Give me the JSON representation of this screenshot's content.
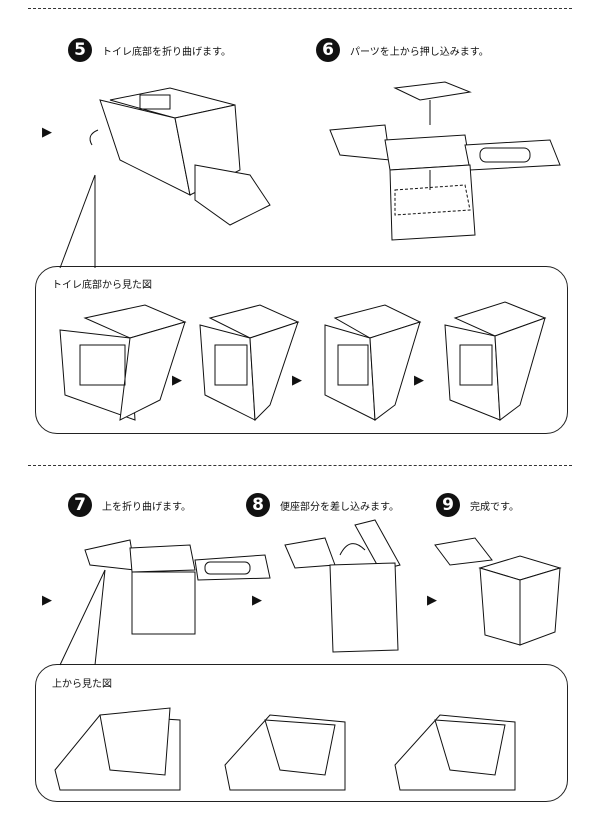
{
  "steps": [
    {
      "number": "5",
      "text": "トイレ底部を折り曲げます。"
    },
    {
      "number": "6",
      "text": "パーツを上から押し込みます。"
    },
    {
      "number": "7",
      "text": "上を折り曲げます。"
    },
    {
      "number": "8",
      "text": "便座部分を差し込みます。"
    },
    {
      "number": "9",
      "text": "完成です。"
    }
  ],
  "panels": [
    {
      "title": "トイレ底部から見た図"
    },
    {
      "title": "上から見た図"
    }
  ],
  "arrow_glyph": "▶"
}
